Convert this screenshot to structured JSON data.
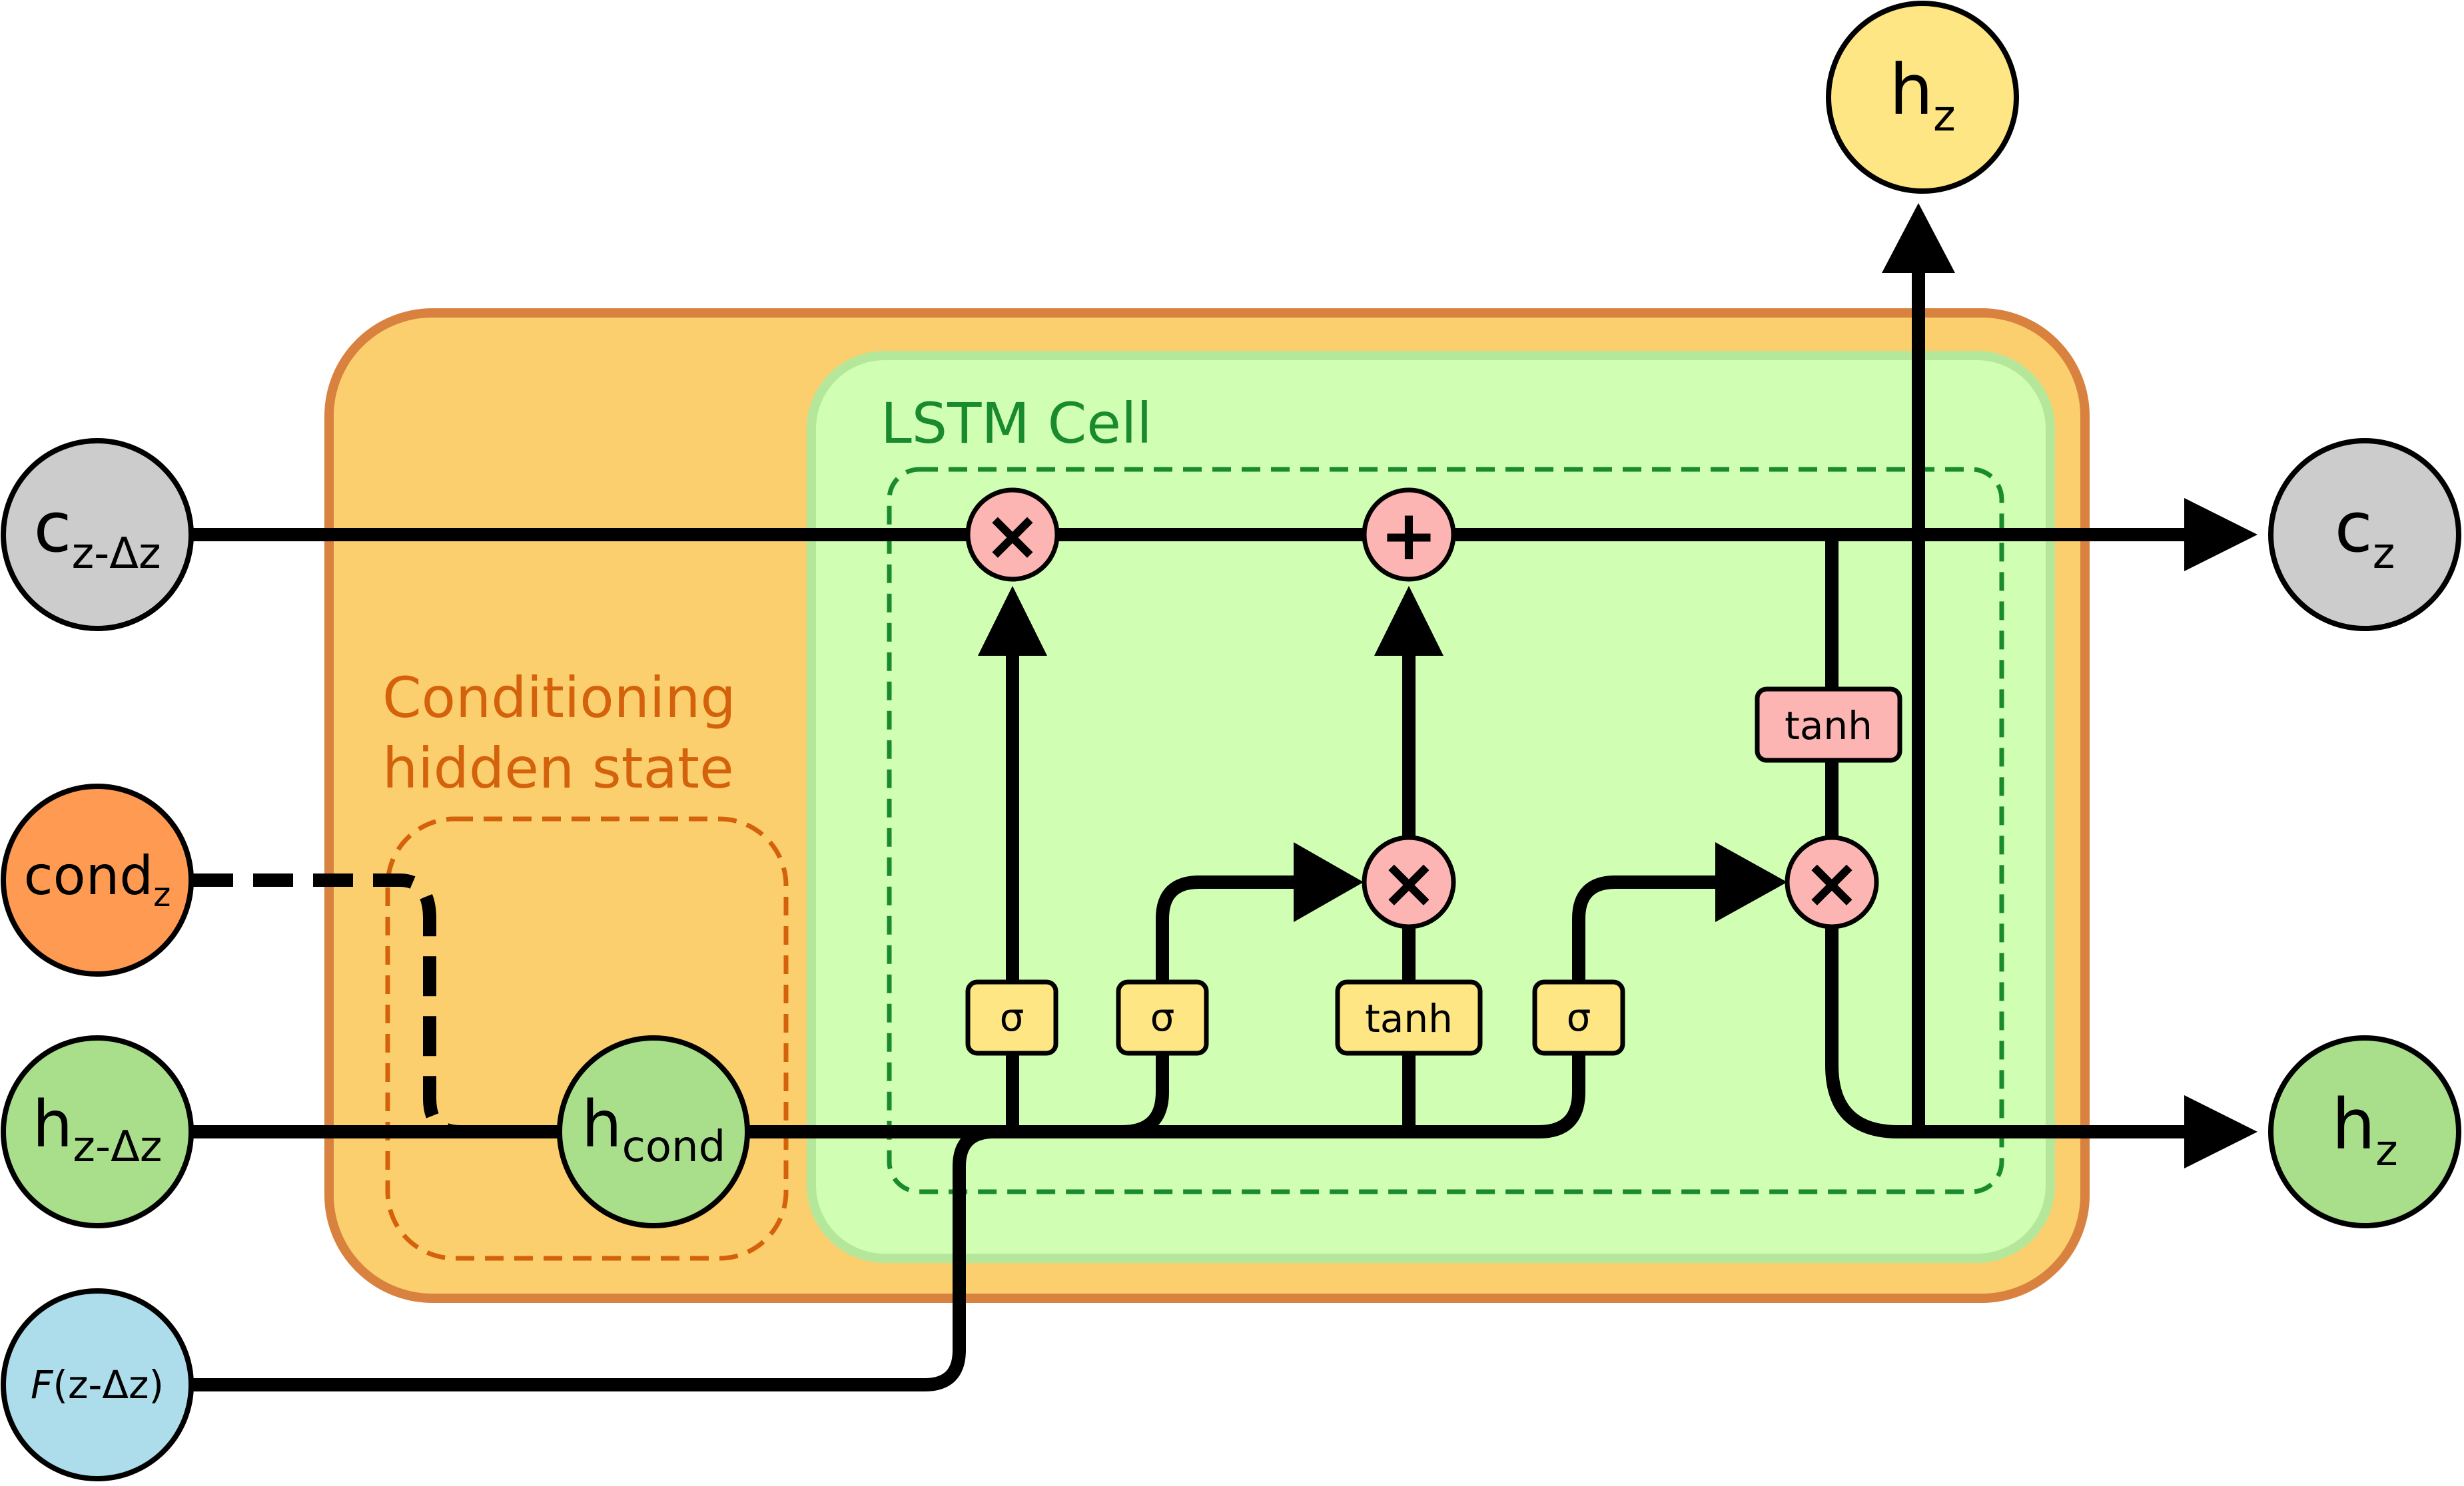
{
  "regions": {
    "conditioning_label_line1": "Conditioning",
    "conditioning_label_line2": "hidden state",
    "lstm_label": "LSTM Cell"
  },
  "nodes": {
    "c_prev": {
      "main": "c",
      "sub": "z-Δz"
    },
    "cond": {
      "main": "cond",
      "sub": "z"
    },
    "h_prev": {
      "main": "h",
      "sub": "z-Δz"
    },
    "forcing": {
      "italic": "F",
      "rest": "(z-Δz)"
    },
    "h_cond": {
      "main": "h",
      "sub": "cond"
    },
    "c_out": {
      "main": "c",
      "sub": "z"
    },
    "h_out": {
      "main": "h",
      "sub": "z"
    },
    "h_top": {
      "main": "h",
      "sub": "z"
    }
  },
  "gates": {
    "forget": "σ",
    "input": "σ",
    "candidate": "tanh",
    "output": "σ",
    "cell_tanh": "tanh"
  },
  "operators": {
    "forget_mul": "×",
    "add": "+",
    "input_mul": "×",
    "output_mul": "×"
  },
  "colors": {
    "outer_fill": "#fccf6e",
    "outer_border": "#d98240",
    "lstm_fill": "#d0feb2",
    "lstm_border": "#b5e79a",
    "lstm_label": "#1a8a2e",
    "cond_label": "#d4620c",
    "cell_state_node": "#cccccc",
    "cond_node": "#ff9a52",
    "hidden_node": "#a9df8b",
    "forcing_node": "#addcea",
    "output_top_node": "#fde683",
    "gate_yellow": "#fde683",
    "op_pink": "#fcb5b3"
  }
}
